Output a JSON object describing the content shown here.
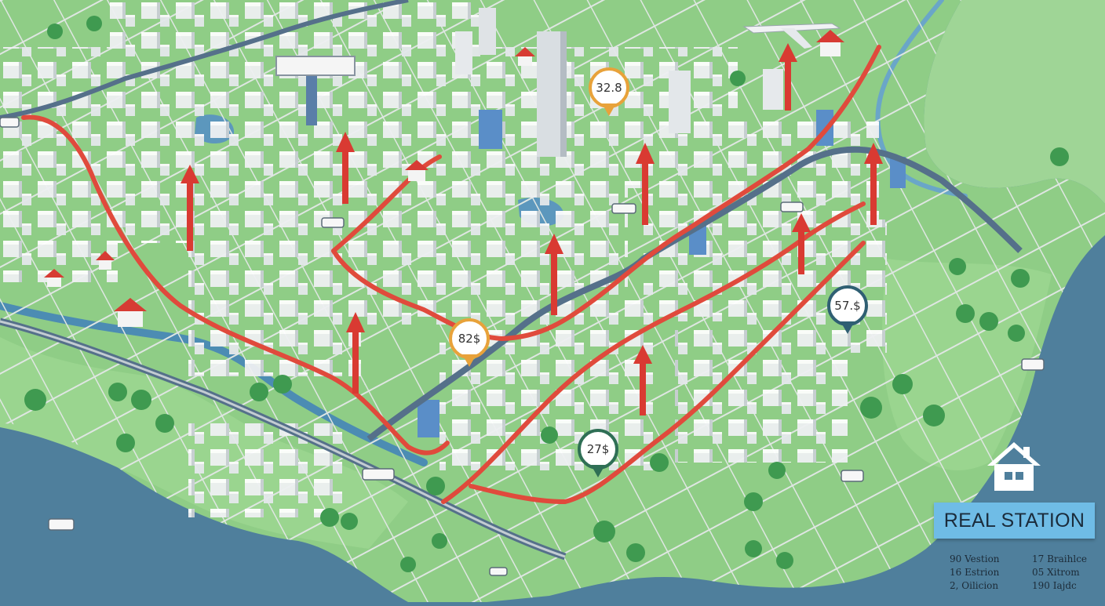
{
  "map": {
    "sign_text": "",
    "price_pins": [
      {
        "label": "32.8",
        "color": "#e8a23a"
      },
      {
        "label": "82$",
        "color": "#e8a23a"
      },
      {
        "label": "27$",
        "color": "#2f6f55"
      },
      {
        "label": "57.$",
        "color": "#2f5f73"
      }
    ],
    "colors": {
      "water": "#4f7f9c",
      "land": "#8fcd86",
      "park": "#9ad58f",
      "route": "#e04a3c",
      "road": "#b9c2c6",
      "building": "#e9ecef",
      "arrow": "#d93a32"
    }
  },
  "brand": {
    "icon": "house-icon",
    "title": "REAL STATION"
  },
  "legend": {
    "items": [
      "90 Vestion",
      "17 Braihlce",
      "16 Estrion",
      "05 Xitrom",
      "2, Oilicion",
      "190 Iajdc"
    ]
  }
}
